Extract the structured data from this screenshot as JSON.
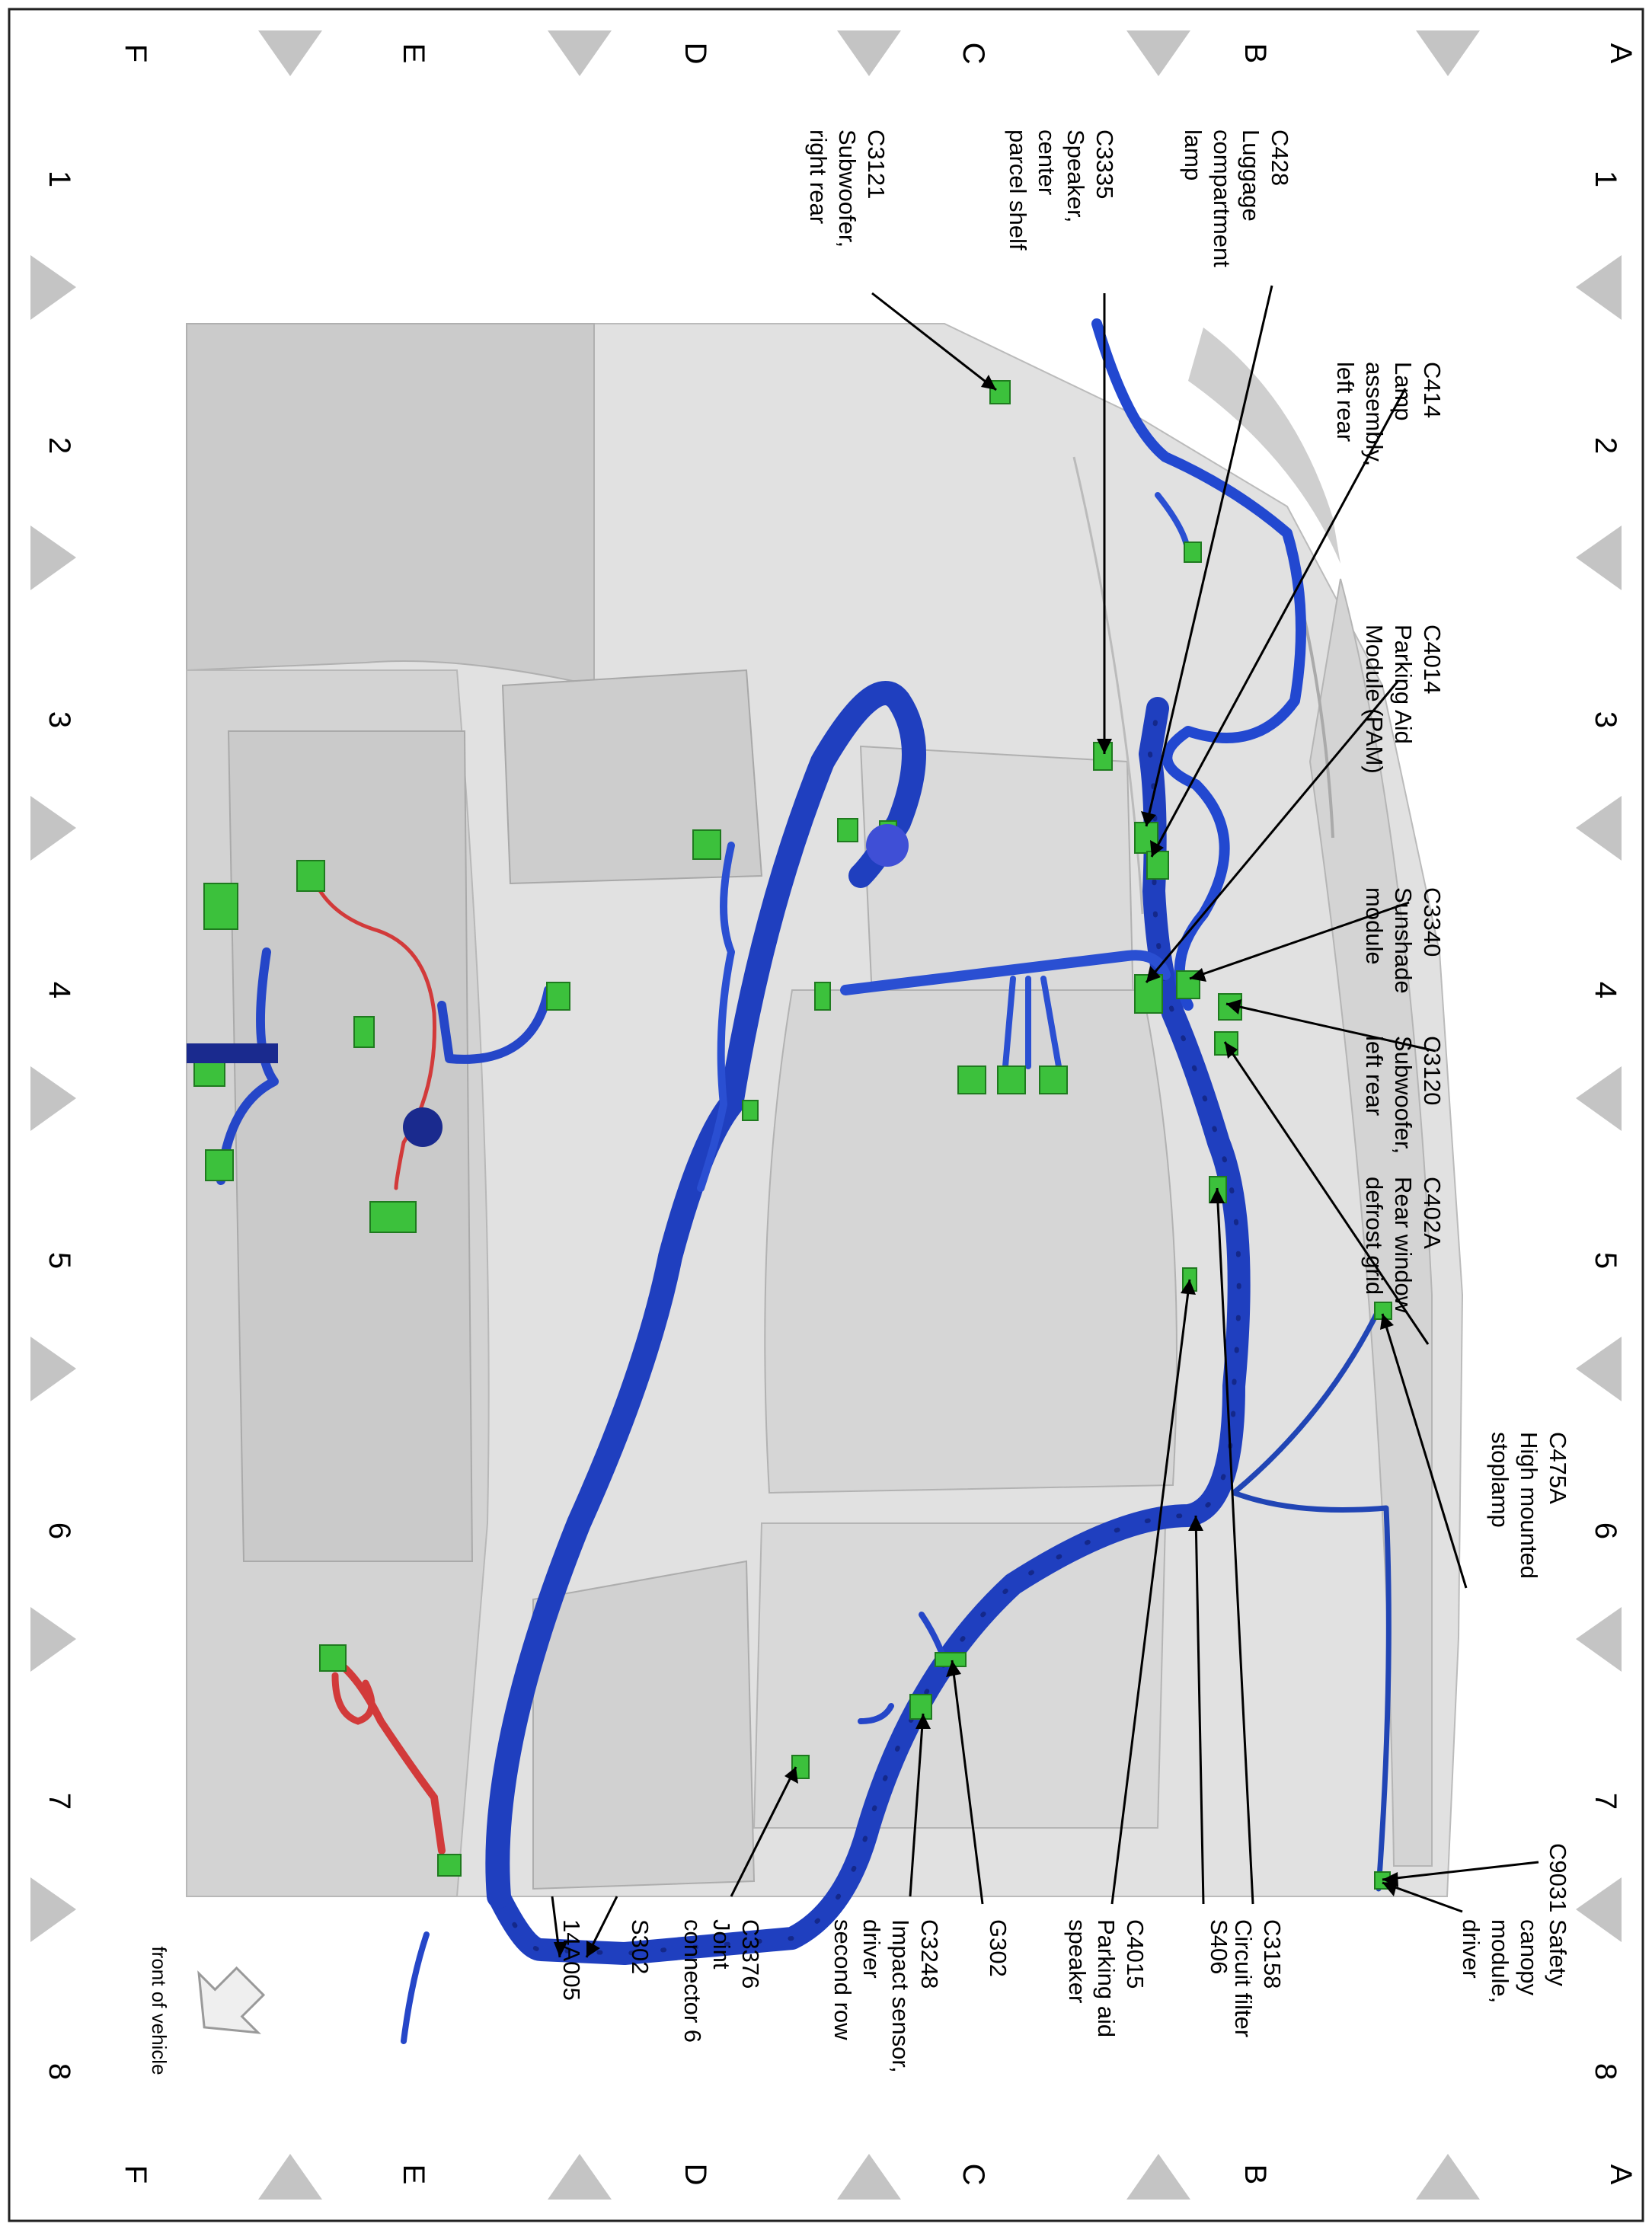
{
  "grid": {
    "rows": [
      "A",
      "B",
      "C",
      "D",
      "E",
      "F"
    ],
    "columns": [
      "1",
      "2",
      "3",
      "4",
      "5",
      "6",
      "7",
      "8"
    ]
  },
  "callouts": [
    {
      "id": "c414",
      "lines": [
        "C414",
        "Lamp",
        "assembly,",
        "left rear"
      ]
    },
    {
      "id": "c4014",
      "lines": [
        "C4014",
        "Parking Aid",
        "Module (PAM)"
      ]
    },
    {
      "id": "c3340",
      "lines": [
        "C3340",
        "Sunshade",
        "module"
      ]
    },
    {
      "id": "c3120",
      "lines": [
        "C3120",
        "Subwoofer,",
        "left rear"
      ]
    },
    {
      "id": "c402a",
      "lines": [
        "C402A",
        "Rear window",
        "defrost grid"
      ]
    },
    {
      "id": "c475a",
      "lines": [
        "C475A",
        "High mounted",
        "stoplamp"
      ]
    },
    {
      "id": "c9031",
      "lines": [
        "C9031"
      ]
    },
    {
      "id": "c428",
      "lines": [
        "C428",
        "Luggage",
        "compartment",
        "lamp"
      ]
    },
    {
      "id": "c3335",
      "lines": [
        "C3335",
        "Speaker,",
        "center",
        "parcel shelf"
      ]
    },
    {
      "id": "c3121",
      "lines": [
        "C3121",
        "Subwoofer,",
        "right rear"
      ]
    },
    {
      "id": "safety",
      "lines": [
        "Safety",
        "canopy",
        "module,",
        "driver"
      ]
    },
    {
      "id": "c3158",
      "lines": [
        "C3158",
        "Circuit filter"
      ]
    },
    {
      "id": "s406",
      "lines": [
        "S406"
      ]
    },
    {
      "id": "c4015",
      "lines": [
        "C4015",
        "Parking aid",
        "speaker"
      ]
    },
    {
      "id": "g302",
      "lines": [
        "G302"
      ]
    },
    {
      "id": "c3248",
      "lines": [
        "C3248",
        "Impact sensor,",
        "driver",
        "second row"
      ]
    },
    {
      "id": "c3376",
      "lines": [
        "C3376",
        "Joint",
        "connector 6"
      ]
    },
    {
      "id": "s302",
      "lines": [
        "S302"
      ]
    },
    {
      "id": "h14a005",
      "lines": [
        "14A005"
      ]
    }
  ],
  "orientation_note": "front of vehicle",
  "colors": {
    "harness_blue": "#1f3fbf",
    "harness_dark": "#14288a",
    "connector_green": "#3cc13c",
    "wire_red": "#d23a3a",
    "body_gray": "#d9d9d9",
    "marker_gray": "#bdbdbd"
  }
}
